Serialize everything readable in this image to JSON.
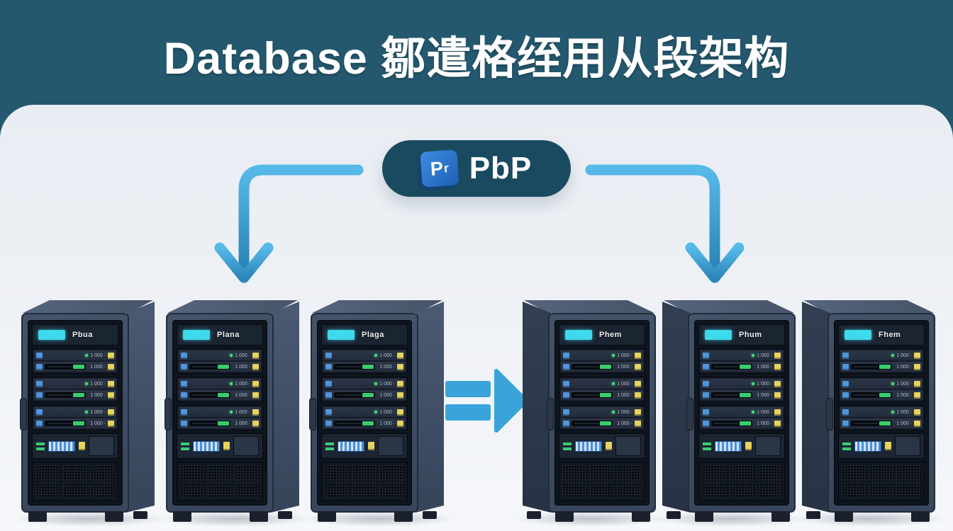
{
  "header": {
    "title": "Database 鄒遣格绖用从段架构",
    "background_color": "#24586e",
    "text_color": "#ffffff"
  },
  "badge": {
    "label": "PbP",
    "logo_letter": "P",
    "logo_mark": "r",
    "pill_color": "#1a4a5f",
    "logo_color": "#2e7fd4"
  },
  "arrows": {
    "color": "#3aa2d6",
    "left_arrow": "badge-to-left-servers",
    "right_arrow": "badge-to-right-servers",
    "middle_arrow": "left-group-to-right-group"
  },
  "servers_left": [
    {
      "label": "Pbua"
    },
    {
      "label": "Plana"
    },
    {
      "label": "Plaga"
    }
  ],
  "servers_right": [
    {
      "label": "Phem"
    },
    {
      "label": "Phum"
    },
    {
      "label": "Fhem"
    }
  ],
  "server_common": {
    "row_text": "1 000 ·",
    "lcd_color": "#3fd9ec",
    "chip_blue": "#4f96dc",
    "chip_yellow": "#e6d35e",
    "accent_green": "#3ecb70",
    "body_color": "#3a475c"
  }
}
